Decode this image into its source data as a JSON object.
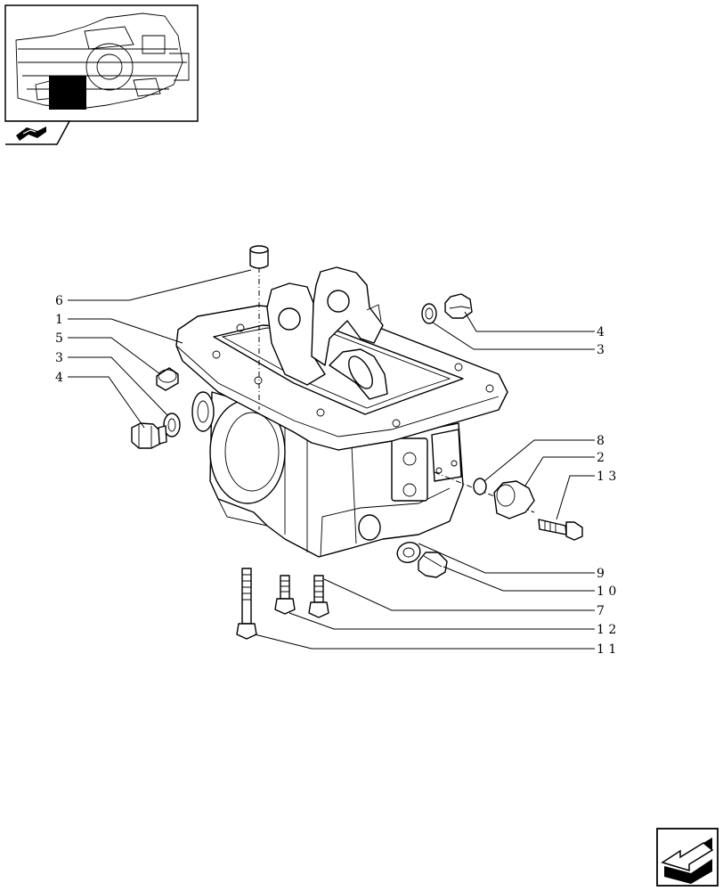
{
  "diagram": {
    "callouts": [
      {
        "id": "c6a",
        "label": "6"
      },
      {
        "id": "c1",
        "label": "1"
      },
      {
        "id": "c5",
        "label": "5"
      },
      {
        "id": "c3a",
        "label": "3"
      },
      {
        "id": "c4a",
        "label": "4"
      },
      {
        "id": "c4b",
        "label": "4"
      },
      {
        "id": "c3b",
        "label": "3"
      },
      {
        "id": "c8",
        "label": "8"
      },
      {
        "id": "c2",
        "label": "2"
      },
      {
        "id": "c13",
        "label": "1 3"
      },
      {
        "id": "c9",
        "label": "9"
      },
      {
        "id": "c10",
        "label": "1 0"
      },
      {
        "id": "c7",
        "label": "7"
      },
      {
        "id": "c12",
        "label": "1 2"
      },
      {
        "id": "c11",
        "label": "1 1"
      }
    ]
  }
}
